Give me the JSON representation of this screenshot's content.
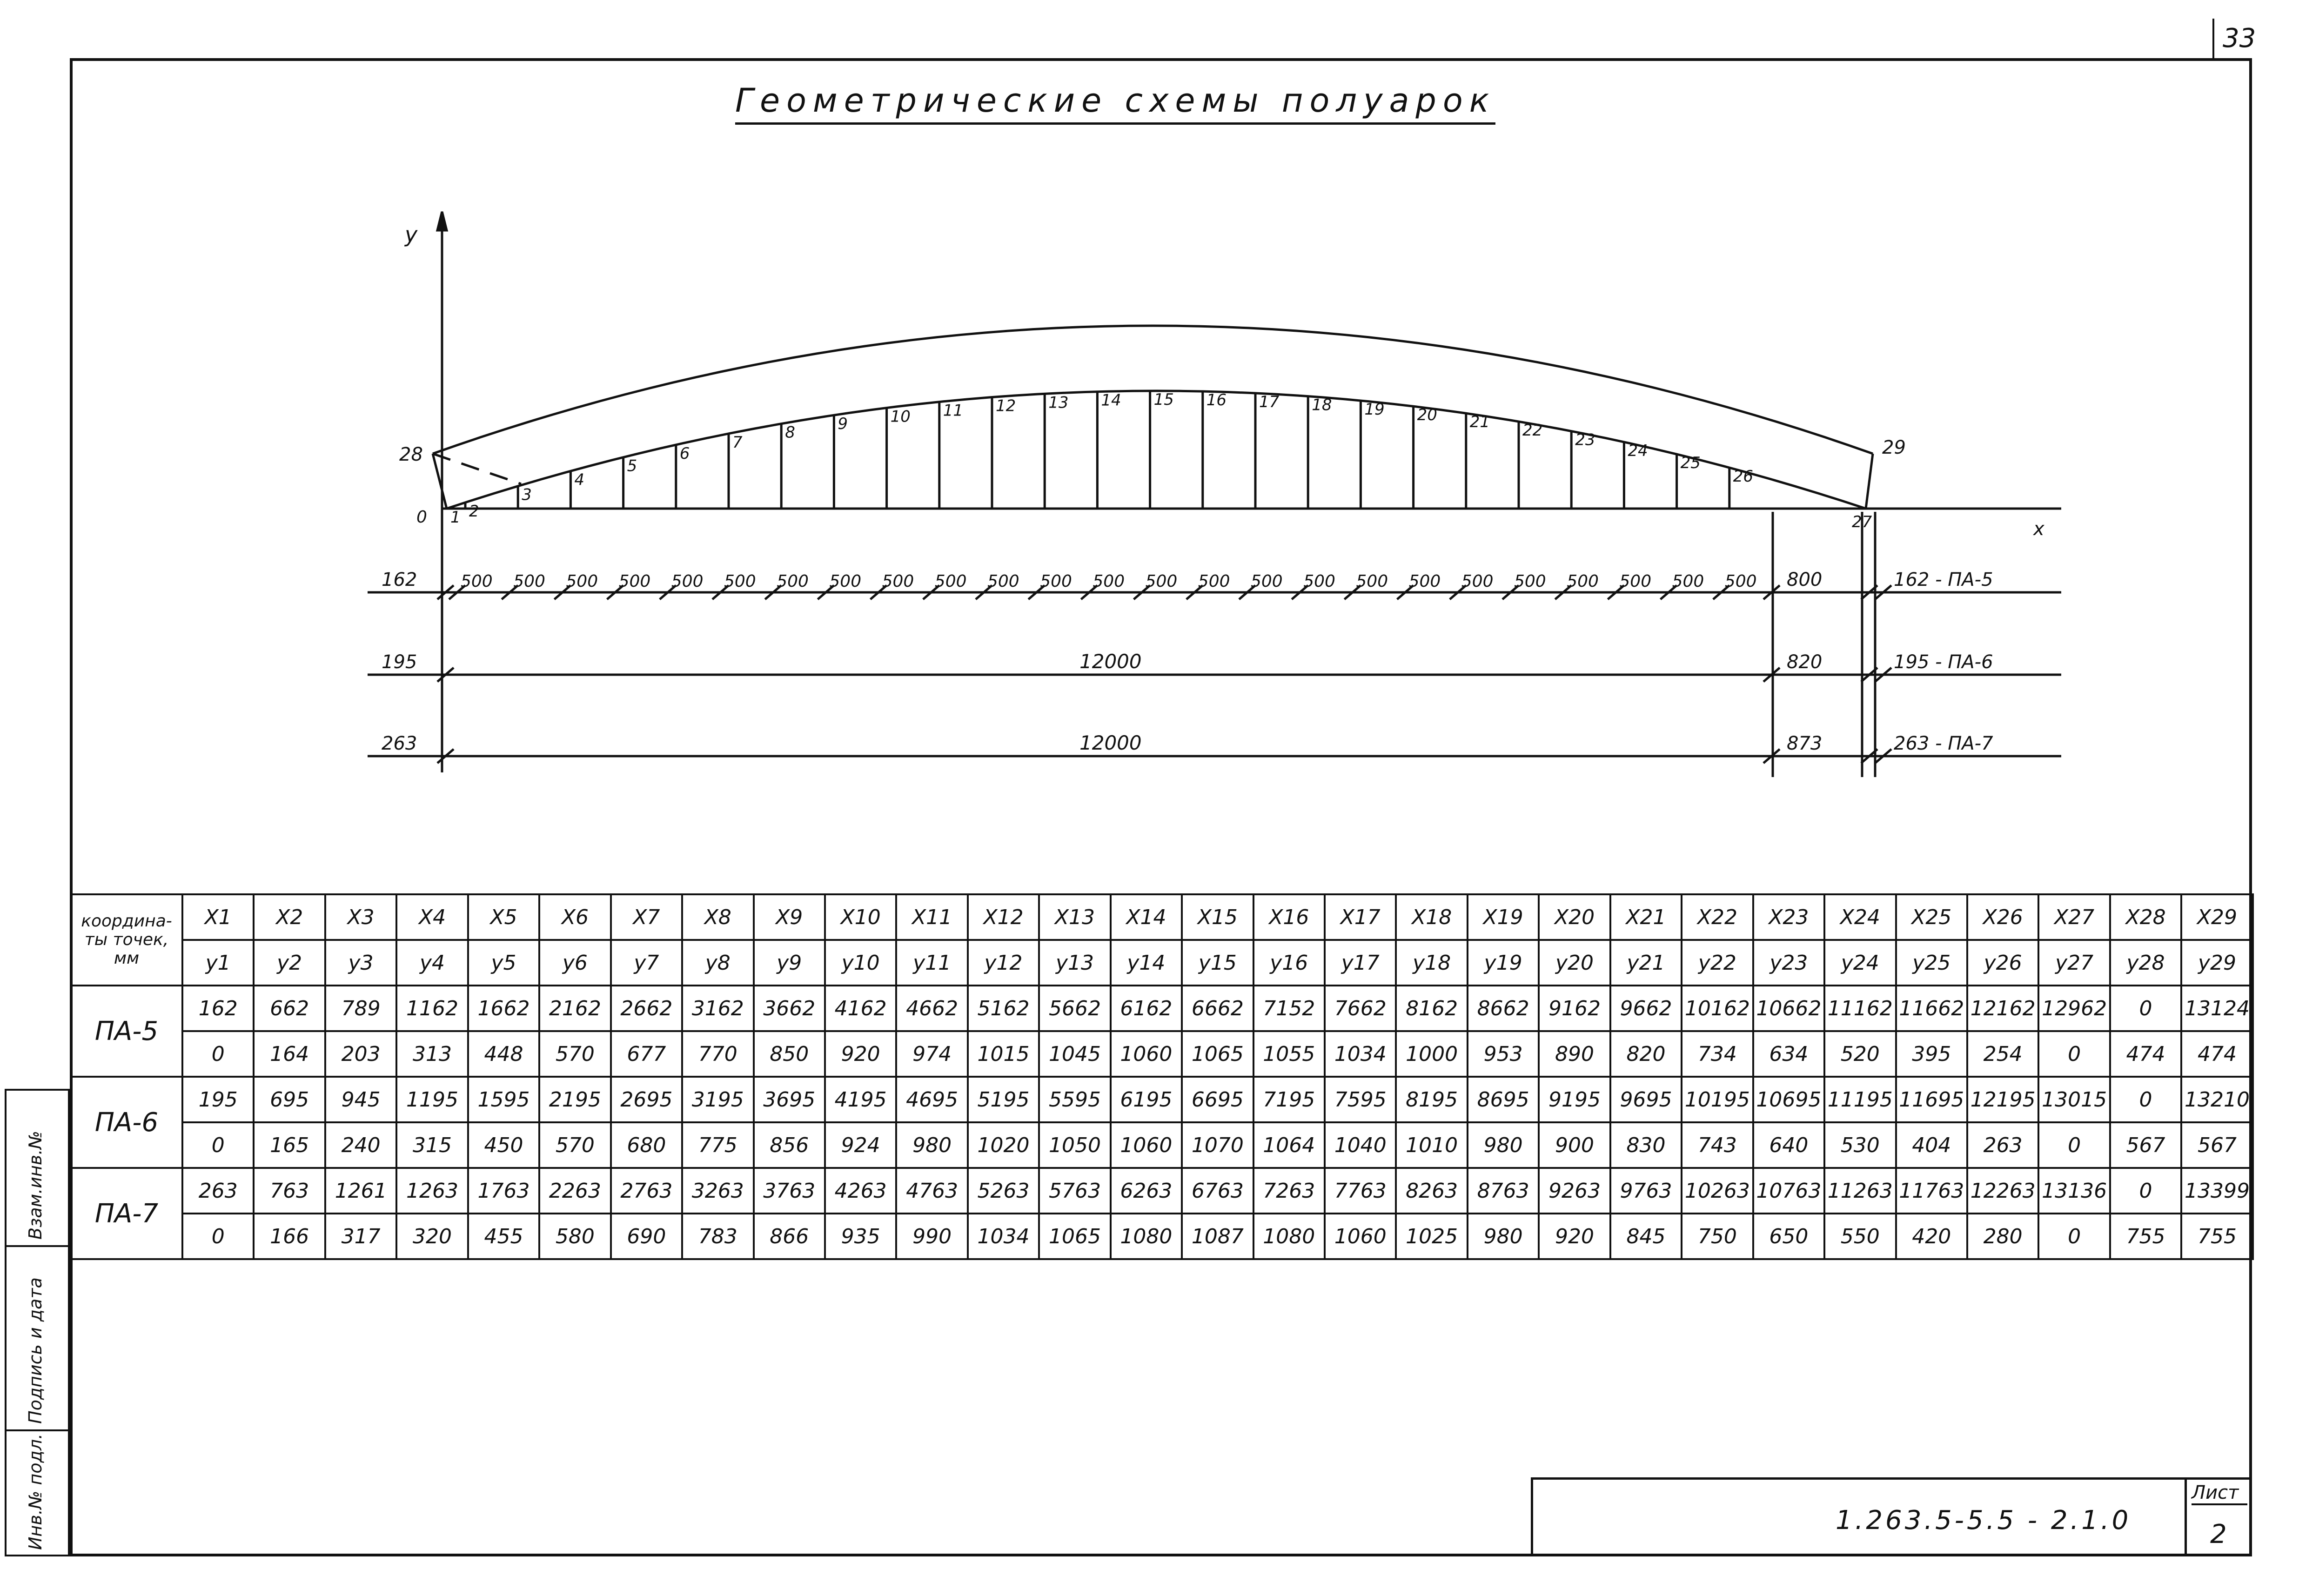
{
  "sheet_corner_number": "33",
  "title": "Геометрические схемы полуарок",
  "scheme": {
    "axis_y_label": "y",
    "axis_x_label": "x",
    "origin_label": "0",
    "point_labels": [
      "1",
      "2",
      "3",
      "4",
      "5",
      "6",
      "7",
      "8",
      "9",
      "10",
      "11",
      "12",
      "13",
      "14",
      "15",
      "16",
      "17",
      "18",
      "19",
      "20",
      "21",
      "22",
      "23",
      "24",
      "25",
      "26",
      "27"
    ],
    "left_top_point_label": "28",
    "right_top_point_label": "29",
    "dim_rows": [
      {
        "left": "162",
        "segments": [
          "500",
          "500",
          "500",
          "500",
          "500",
          "500",
          "500",
          "500",
          "500",
          "500",
          "500",
          "500",
          "500",
          "500",
          "500",
          "500",
          "500",
          "500",
          "500",
          "500",
          "500",
          "500",
          "500",
          "500",
          "500"
        ],
        "end_segment": "800",
        "right_label": "162 - ПА-5"
      },
      {
        "left": "195",
        "total": "12000",
        "end_segment": "820",
        "right_label": "195 - ПА-6"
      },
      {
        "left": "263",
        "total": "12000",
        "end_segment": "873",
        "right_label": "263 - ПА-7"
      }
    ]
  },
  "table": {
    "corner_header": [
      "координа-",
      "ты точек,",
      "мм"
    ],
    "x_headers": [
      "X1",
      "X2",
      "X3",
      "X4",
      "X5",
      "X6",
      "X7",
      "X8",
      "X9",
      "X10",
      "X11",
      "X12",
      "X13",
      "X14",
      "X15",
      "X16",
      "X17",
      "X18",
      "X19",
      "X20",
      "X21",
      "X22",
      "X23",
      "X24",
      "X25",
      "X26",
      "X27",
      "X28",
      "X29"
    ],
    "y_headers": [
      "y1",
      "y2",
      "y3",
      "y4",
      "y5",
      "y6",
      "y7",
      "y8",
      "y9",
      "y10",
      "y11",
      "y12",
      "y13",
      "y14",
      "y15",
      "y16",
      "y17",
      "y18",
      "y19",
      "y20",
      "y21",
      "y22",
      "y23",
      "y24",
      "y25",
      "y26",
      "y27",
      "y28",
      "y29"
    ],
    "rows": [
      {
        "label": "ПА-5",
        "x": [
          "162",
          "662",
          "789",
          "1162",
          "1662",
          "2162",
          "2662",
          "3162",
          "3662",
          "4162",
          "4662",
          "5162",
          "5662",
          "6162",
          "6662",
          "7152",
          "7662",
          "8162",
          "8662",
          "9162",
          "9662",
          "10162",
          "10662",
          "11162",
          "11662",
          "12162",
          "12962",
          "0",
          "13124"
        ],
        "y": [
          "0",
          "164",
          "203",
          "313",
          "448",
          "570",
          "677",
          "770",
          "850",
          "920",
          "974",
          "1015",
          "1045",
          "1060",
          "1065",
          "1055",
          "1034",
          "1000",
          "953",
          "890",
          "820",
          "734",
          "634",
          "520",
          "395",
          "254",
          "0",
          "474",
          "474"
        ]
      },
      {
        "label": "ПА-6",
        "x": [
          "195",
          "695",
          "945",
          "1195",
          "1595",
          "2195",
          "2695",
          "3195",
          "3695",
          "4195",
          "4695",
          "5195",
          "5595",
          "6195",
          "6695",
          "7195",
          "7595",
          "8195",
          "8695",
          "9195",
          "9695",
          "10195",
          "10695",
          "11195",
          "11695",
          "12195",
          "13015",
          "0",
          "13210"
        ],
        "y": [
          "0",
          "165",
          "240",
          "315",
          "450",
          "570",
          "680",
          "775",
          "856",
          "924",
          "980",
          "1020",
          "1050",
          "1060",
          "1070",
          "1064",
          "1040",
          "1010",
          "980",
          "900",
          "830",
          "743",
          "640",
          "530",
          "404",
          "263",
          "0",
          "567",
          "567"
        ]
      },
      {
        "label": "ПА-7",
        "x": [
          "263",
          "763",
          "1261",
          "1263",
          "1763",
          "2263",
          "2763",
          "3263",
          "3763",
          "4263",
          "4763",
          "5263",
          "5763",
          "6263",
          "6763",
          "7263",
          "7763",
          "8263",
          "8763",
          "9263",
          "9763",
          "10263",
          "10763",
          "11263",
          "11763",
          "12263",
          "13136",
          "0",
          "13399"
        ],
        "y": [
          "0",
          "166",
          "317",
          "320",
          "455",
          "580",
          "690",
          "783",
          "866",
          "935",
          "990",
          "1034",
          "1065",
          "1080",
          "1087",
          "1080",
          "1060",
          "1025",
          "980",
          "920",
          "845",
          "750",
          "650",
          "550",
          "420",
          "280",
          "0",
          "755",
          "755"
        ]
      }
    ]
  },
  "stamp": {
    "code": "1.263.5-5.5 - 2.1.0",
    "list_label": "Лист",
    "list_number": "2"
  },
  "margin_strip": {
    "cells": [
      "Взам.инв.№",
      "Подпись и дата",
      "Инв.№ подл."
    ]
  }
}
